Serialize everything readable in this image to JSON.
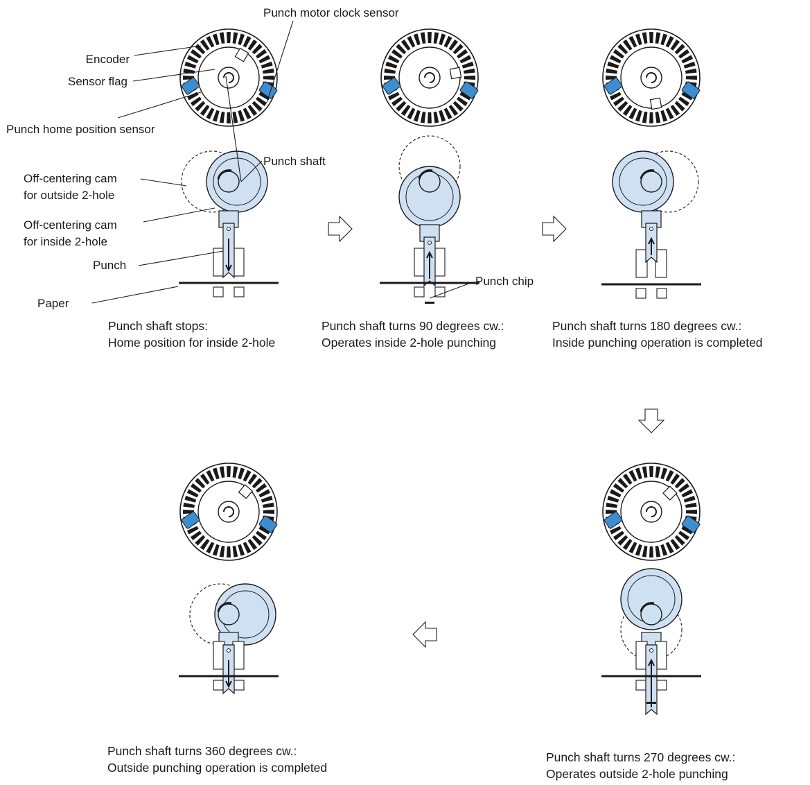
{
  "labels": {
    "encoder": "Encoder",
    "sensor_flag": "Sensor flag",
    "home_sensor": "Punch home position sensor",
    "clock_sensor": "Punch motor clock sensor",
    "punch_shaft": "Punch shaft",
    "cam_outside_1": "Off-centering cam",
    "cam_outside_2": "for outside 2-hole",
    "cam_inside_1": "Off-centering cam",
    "cam_inside_2": "for inside 2-hole",
    "punch": "Punch",
    "paper": "Paper",
    "punch_chip": "Punch chip"
  },
  "stages": [
    {
      "line1": "Punch shaft stops:",
      "line2": "Home position for inside 2-hole"
    },
    {
      "line1": "Punch shaft turns 90 degrees cw.:",
      "line2": "Operates inside 2-hole punching"
    },
    {
      "line1": "Punch shaft turns 180 degrees cw.:",
      "line2": "Inside punching operation is completed"
    },
    {
      "line1": "Punch shaft turns 270 degrees cw.:",
      "line2": "Operates outside 2-hole punching"
    },
    {
      "line1": "Punch shaft turns 360 degrees cw.:",
      "line2": "Outside punching operation is completed"
    }
  ],
  "colors": {
    "fill_blue": "#cfe0f2",
    "sensor_blue": "#3d8ed0",
    "line": "#1a1a1a"
  }
}
